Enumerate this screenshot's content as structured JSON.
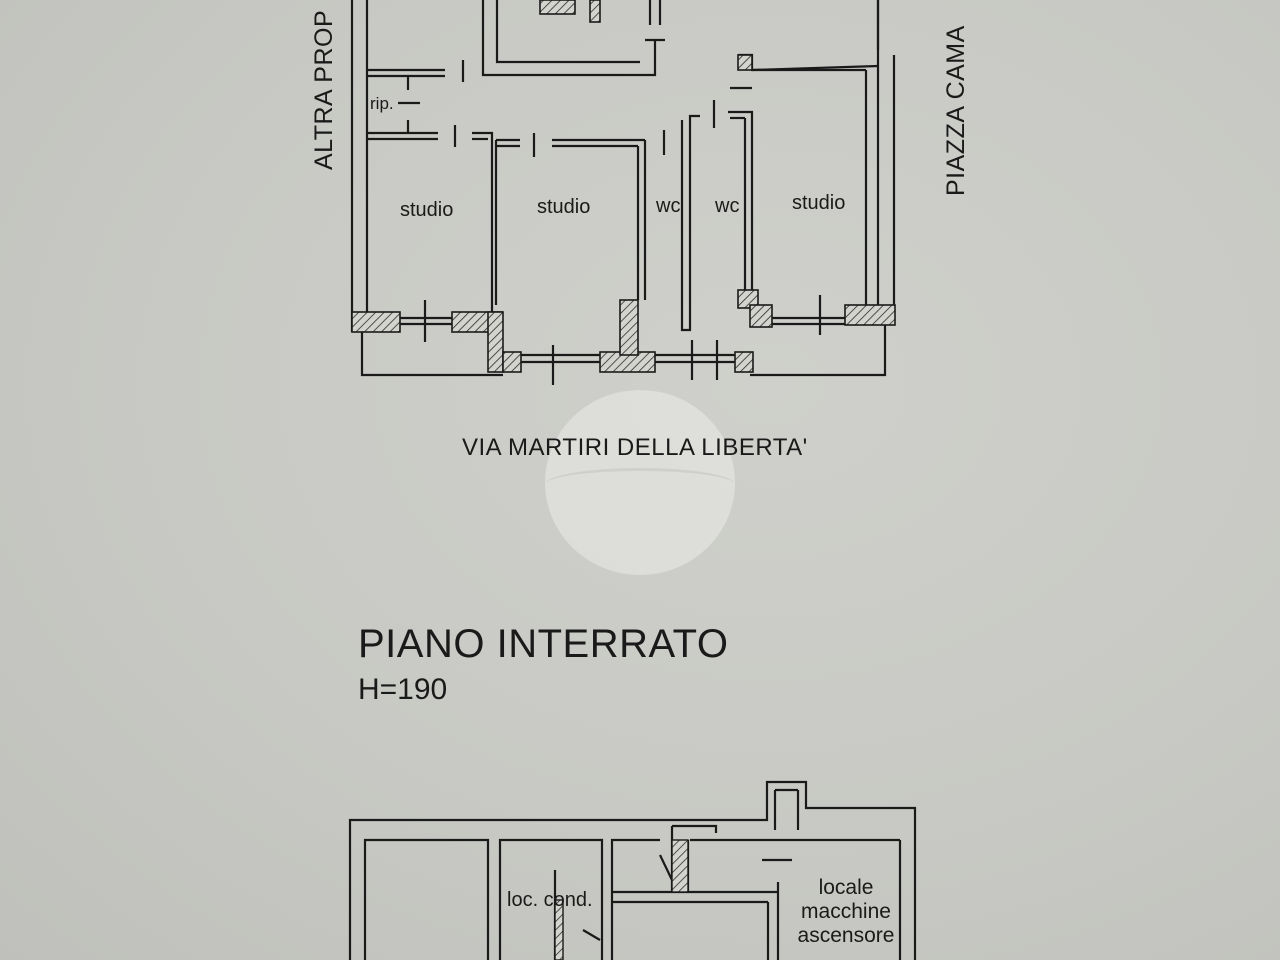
{
  "upper_plan": {
    "rooms": {
      "rip": "rip.",
      "studio_1": "studio",
      "studio_2": "studio",
      "wc_1": "wc",
      "wc_2": "wc",
      "studio_3": "studio"
    },
    "neighbours": {
      "left": "ALTRA PROP",
      "right": "PIAZZA CAMA"
    },
    "street": "VIA MARTIRI DELLA LIBERTA'"
  },
  "basement": {
    "title": "PIANO INTERRATO",
    "height": "H=190",
    "rooms": {
      "loc_cond": "loc. cond.",
      "lift_line_1": "locale",
      "lift_line_2": "macchine",
      "lift_line_3": "ascensore"
    }
  },
  "colors": {
    "paper": "#c9cac5",
    "ink": "#1a1a1a",
    "hatch": "#3a3a3a"
  }
}
